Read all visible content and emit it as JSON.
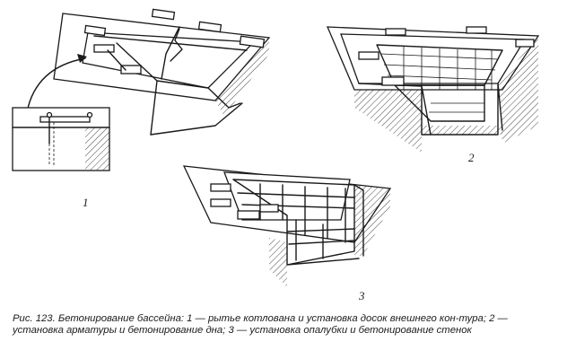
{
  "figure": {
    "labels": [
      "1",
      "2",
      "3"
    ],
    "caption": "Рис. 123. Бетонирование бассейна: 1 — рытье котлована и установка досок внешнего кон-тура; 2 — установка арматуры и бетонирование дна; 3 — установка опалубки и бетонирование стенок",
    "colors": {
      "ink": "#1a1a1a",
      "paper": "#ffffff"
    }
  }
}
